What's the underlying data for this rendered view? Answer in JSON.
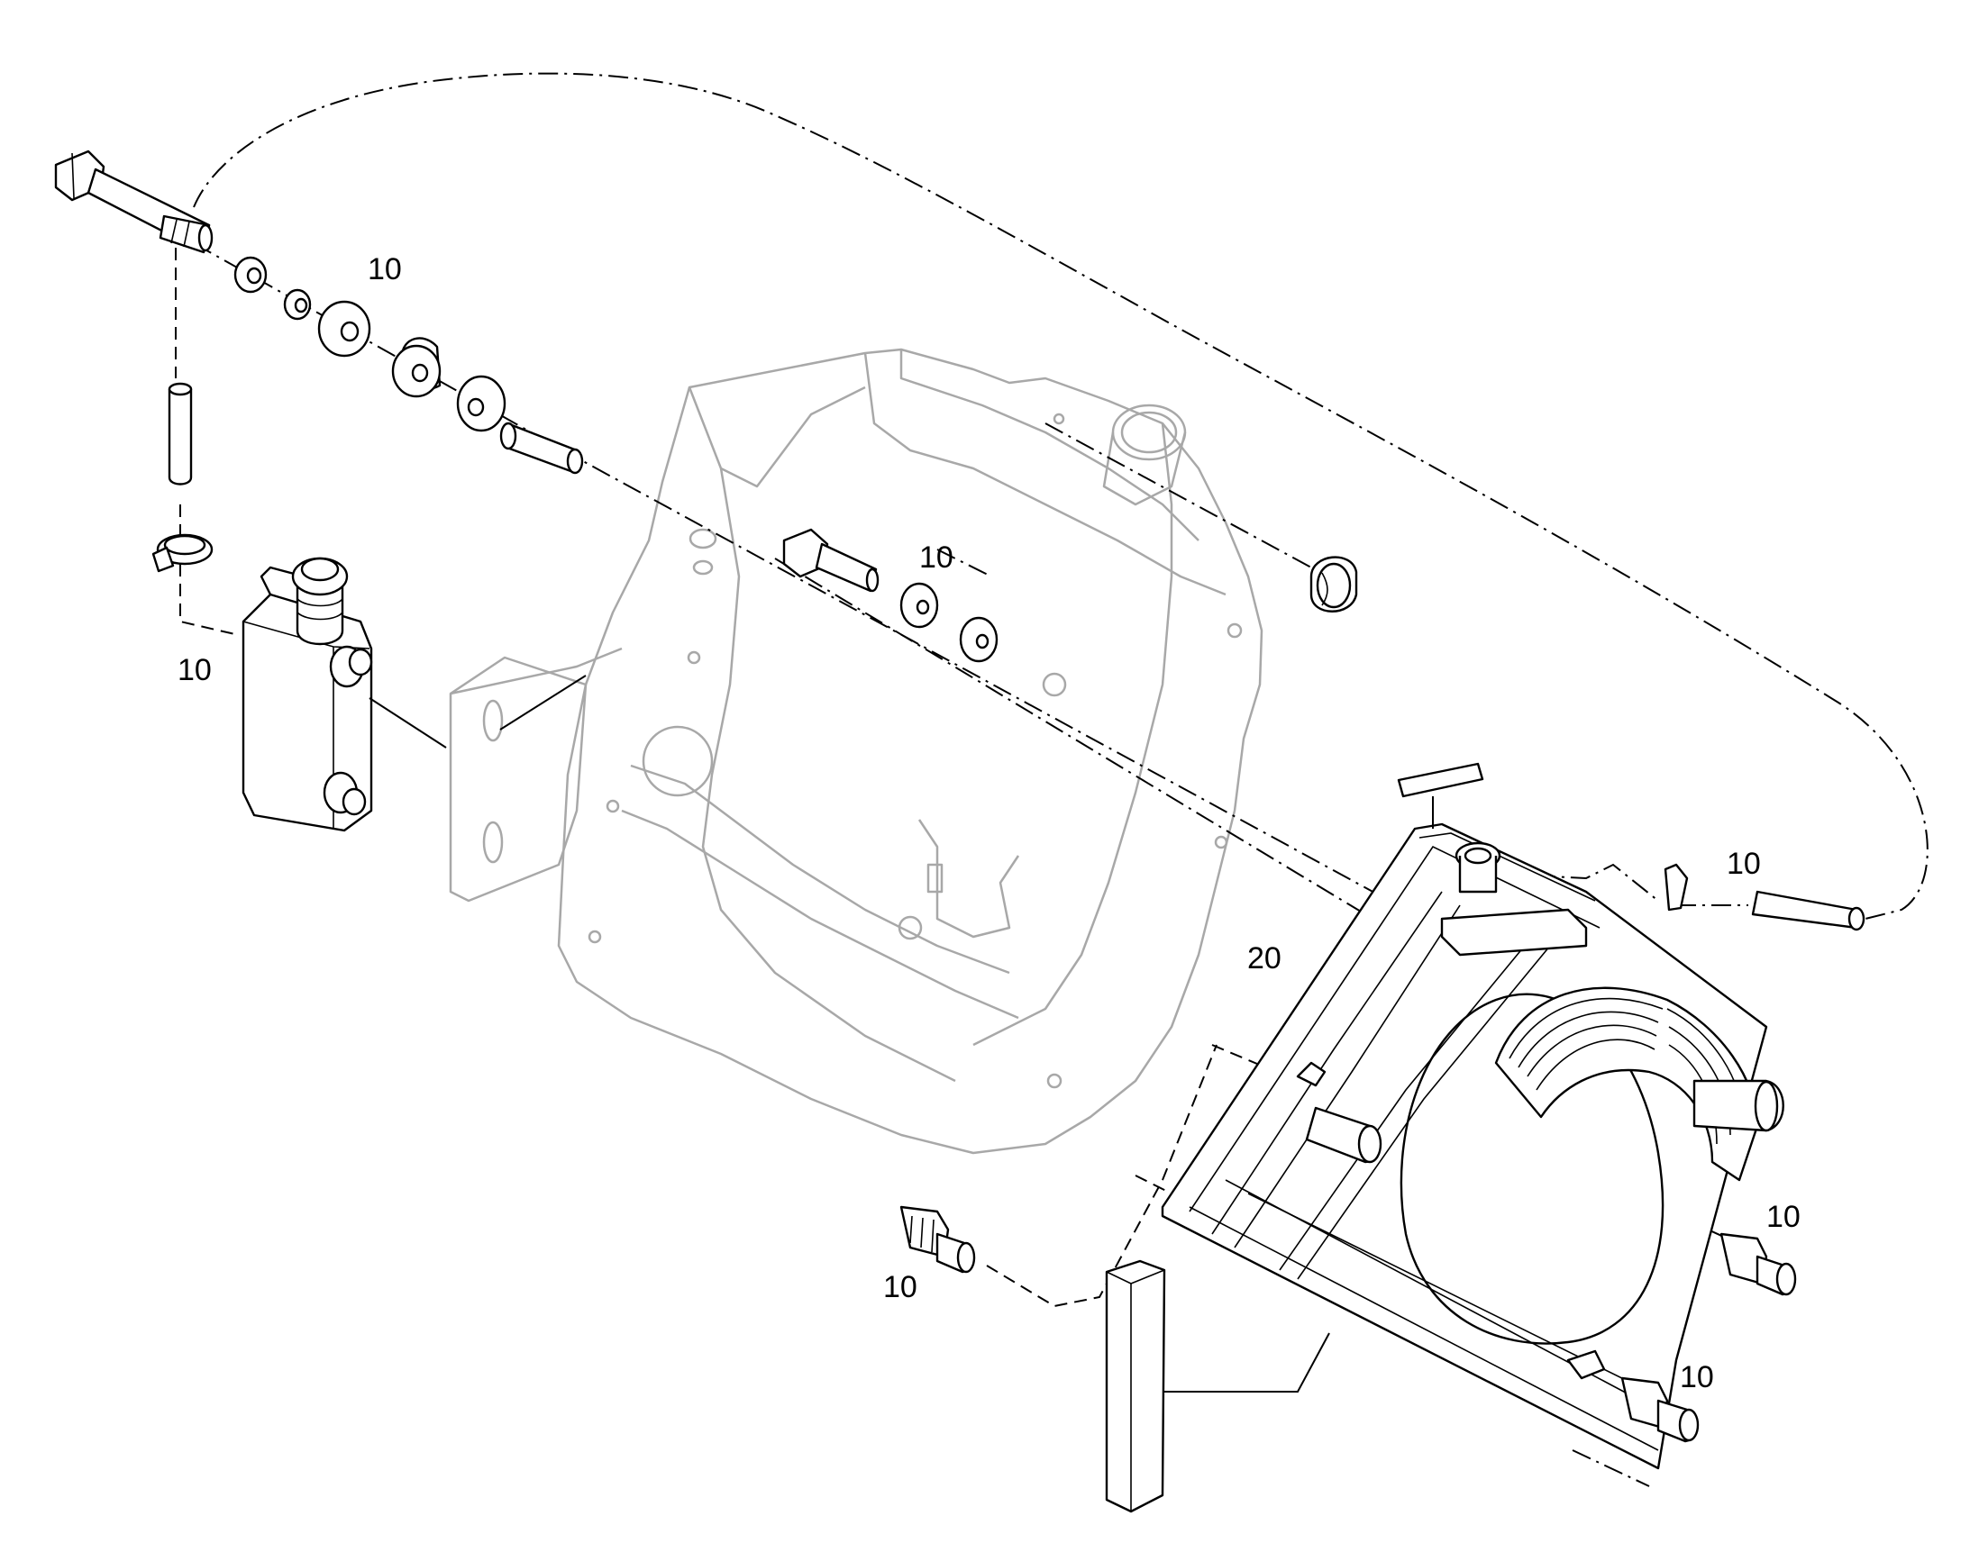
{
  "callouts": [
    {
      "id": "c1",
      "text": "10"
    },
    {
      "id": "c2",
      "text": "10"
    },
    {
      "id": "c3",
      "text": "10"
    },
    {
      "id": "c4",
      "text": "10"
    },
    {
      "id": "c5",
      "text": "20"
    },
    {
      "id": "c6",
      "text": "10"
    },
    {
      "id": "c7",
      "text": "10"
    },
    {
      "id": "c8",
      "text": "10"
    }
  ]
}
